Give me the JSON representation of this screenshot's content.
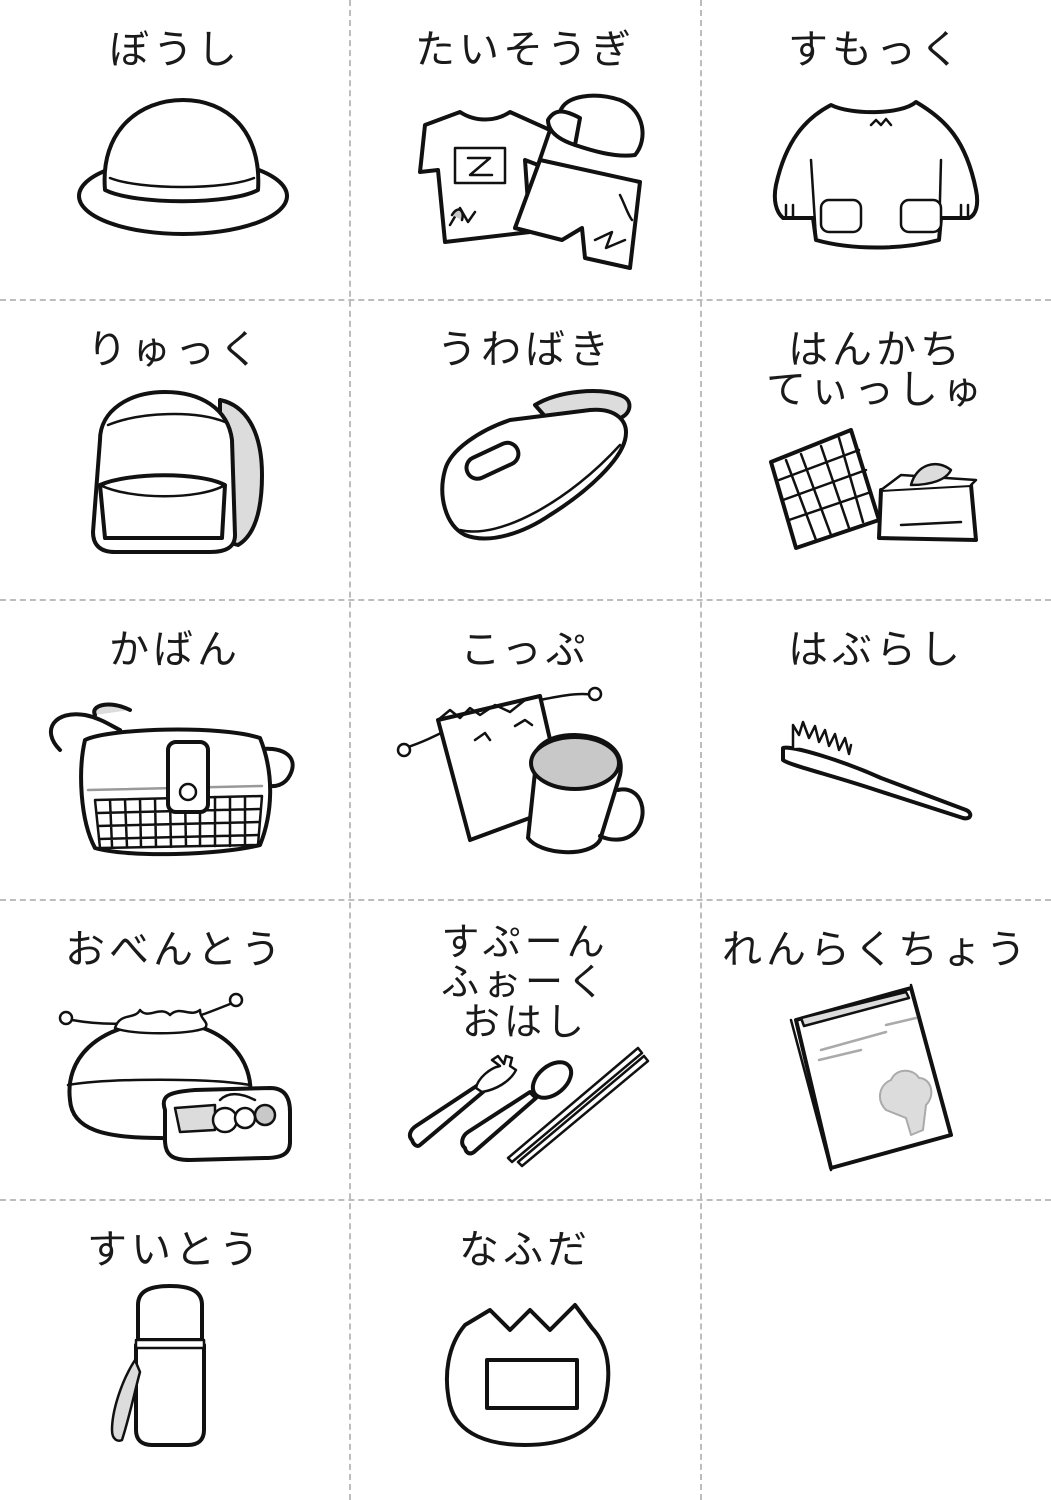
{
  "cards": [
    {
      "label": "ぼうし",
      "icon": "hat-icon"
    },
    {
      "label": "たいそうぎ",
      "icon": "gym-clothes-icon"
    },
    {
      "label": "すもっく",
      "icon": "smock-icon"
    },
    {
      "label": "りゅっく",
      "icon": "backpack-icon"
    },
    {
      "label": "うわばき",
      "icon": "shoe-bag-icon"
    },
    {
      "label_lines": [
        "はんかち",
        "てぃっしゅ"
      ],
      "icon": "handkerchief-tissue-icon"
    },
    {
      "label": "かばん",
      "icon": "shoulder-bag-icon"
    },
    {
      "label": "こっぷ",
      "icon": "cup-icon"
    },
    {
      "label": "はぶらし",
      "icon": "toothbrush-icon"
    },
    {
      "label": "おべんとう",
      "icon": "lunchbox-icon"
    },
    {
      "label_lines": [
        "すぷーん",
        "ふぉーく",
        "おはし"
      ],
      "icon": "cutlery-icon"
    },
    {
      "label": "れんらくちょう",
      "icon": "notebook-icon"
    },
    {
      "label": "すいとう",
      "icon": "water-bottle-icon"
    },
    {
      "label": "なふだ",
      "icon": "name-tag-icon"
    }
  ],
  "colors": {
    "ink": "#111111",
    "shade": "#c8c8c8",
    "guide": "#bdbdbd"
  }
}
